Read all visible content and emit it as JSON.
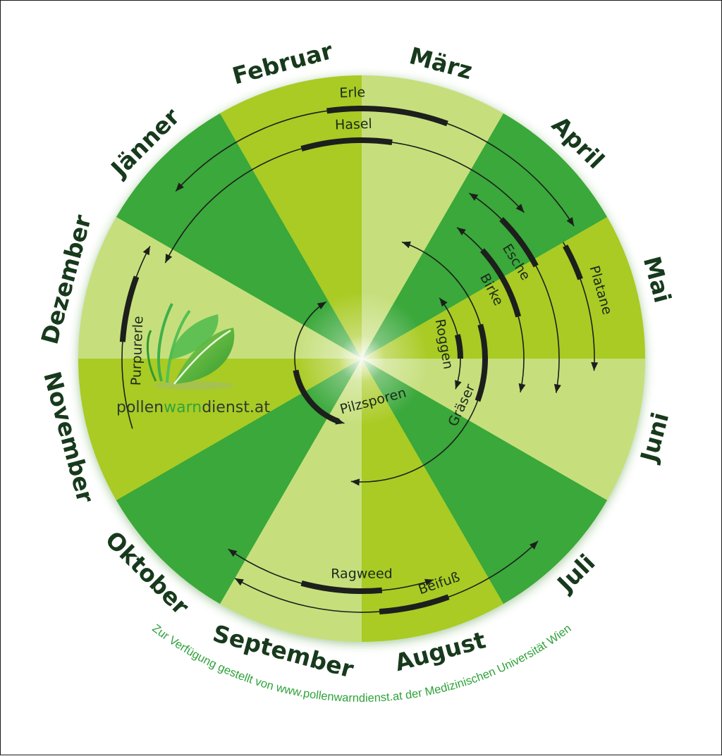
{
  "months": [
    "Jänner",
    "Februar",
    "März",
    "April",
    "Mai",
    "Juni",
    "Juli",
    "August",
    "September",
    "Oktober",
    "November",
    "Dezember"
  ],
  "colors": {
    "light_green": "#c6df7c",
    "lime_green": "#a9cb24",
    "dark_green": "#3aa83a",
    "line": "#1c1f1c",
    "label_dark": "#173a1c",
    "credit": "#2fa23a"
  },
  "pollen": [
    {
      "name": "Erle"
    },
    {
      "name": "Hasel"
    },
    {
      "name": "Purpurerle"
    },
    {
      "name": "Esche"
    },
    {
      "name": "Platane"
    },
    {
      "name": "Birke"
    },
    {
      "name": "Roggen"
    },
    {
      "name": "Gräser"
    },
    {
      "name": "Pilzsporen"
    },
    {
      "name": "Ragweed"
    },
    {
      "name": "Beifuß"
    }
  ],
  "logo": {
    "part1": "pollen",
    "part2": "warn",
    "part3": "dienst.at"
  },
  "credit": "Zur Verfügung gestellt von www.pollenwarndienst.at der Medizinischen Universität Wien"
}
